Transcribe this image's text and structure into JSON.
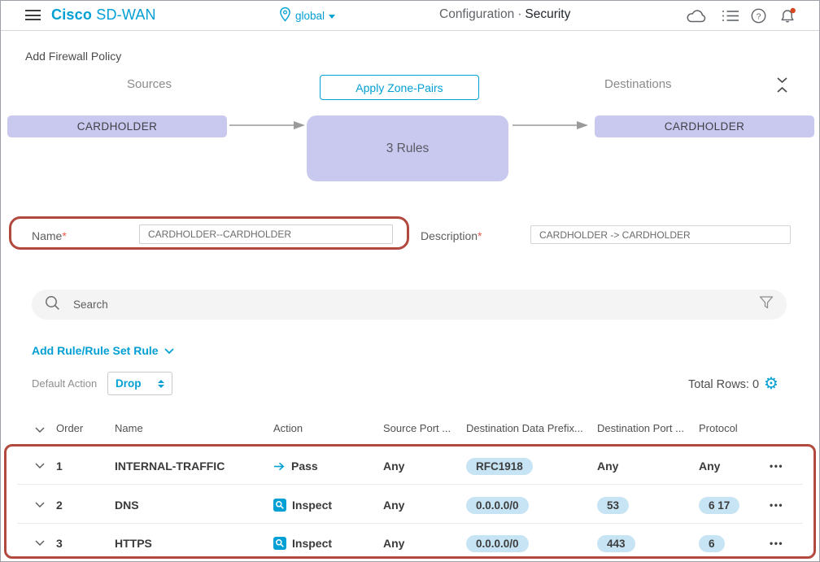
{
  "colors": {
    "accent": "#009fd4",
    "zone_fill": "#c9c8ef",
    "badge_fill": "#c6e4f4",
    "annotation_red": "#b2493f",
    "notification_red": "#d7461f"
  },
  "header": {
    "brand_primary": "Cisco",
    "brand_secondary": "SD-WAN",
    "scope_label": "global",
    "breadcrumb": {
      "section": "Configuration",
      "separator": "·",
      "page": "Security"
    },
    "icons": [
      "cloud-icon",
      "task-list-icon",
      "help-icon",
      "notification-bell-icon"
    ]
  },
  "page_title": "Add Firewall Policy",
  "zone_diagram": {
    "sources_label": "Sources",
    "apply_zone_pairs_button": "Apply Zone-Pairs",
    "destinations_label": "Destinations",
    "source_zone": "CARDHOLDER",
    "destination_zone": "CARDHOLDER",
    "rules_summary": "3 Rules"
  },
  "form": {
    "name_label": "Name",
    "required_mark": "*",
    "name_value": "CARDHOLDER--CARDHOLDER",
    "description_label": "Description",
    "description_value": "CARDHOLDER -> CARDHOLDER"
  },
  "search": {
    "placeholder": "Search"
  },
  "toolbar": {
    "add_rule_label": "Add Rule/Rule Set Rule",
    "default_action_label": "Default Action",
    "default_action_value": "Drop",
    "total_rows_label": "Total Rows: 0"
  },
  "table": {
    "headers": [
      "Order",
      "Name",
      "Action",
      "Source Port ...",
      "Destination Data Prefix...",
      "Destination Port ...",
      "Protocol"
    ],
    "rows": [
      {
        "order": "1",
        "name": "INTERNAL-TRAFFIC",
        "action": {
          "label": "Pass",
          "icon": "pass-arrow-icon"
        },
        "source_port": {
          "text": "Any",
          "badge": false
        },
        "destination_data_prefix": {
          "text": "RFC1918",
          "badge": true
        },
        "destination_port": {
          "text": "Any",
          "badge": false
        },
        "protocol": {
          "text": "Any",
          "badge": false
        },
        "row_menu": "•••"
      },
      {
        "order": "2",
        "name": "DNS",
        "action": {
          "label": "Inspect",
          "icon": "inspect-icon"
        },
        "source_port": {
          "text": "Any",
          "badge": false
        },
        "destination_data_prefix": {
          "text": "0.0.0.0/0",
          "badge": true
        },
        "destination_port": {
          "text": "53",
          "badge": true
        },
        "protocol": {
          "text": "6 17",
          "badge": true
        },
        "row_menu": "•••"
      },
      {
        "order": "3",
        "name": "HTTPS",
        "action": {
          "label": "Inspect",
          "icon": "inspect-icon"
        },
        "source_port": {
          "text": "Any",
          "badge": false
        },
        "destination_data_prefix": {
          "text": "0.0.0.0/0",
          "badge": true
        },
        "destination_port": {
          "text": "443",
          "badge": true
        },
        "protocol": {
          "text": "6",
          "badge": true
        },
        "row_menu": "•••"
      }
    ]
  }
}
